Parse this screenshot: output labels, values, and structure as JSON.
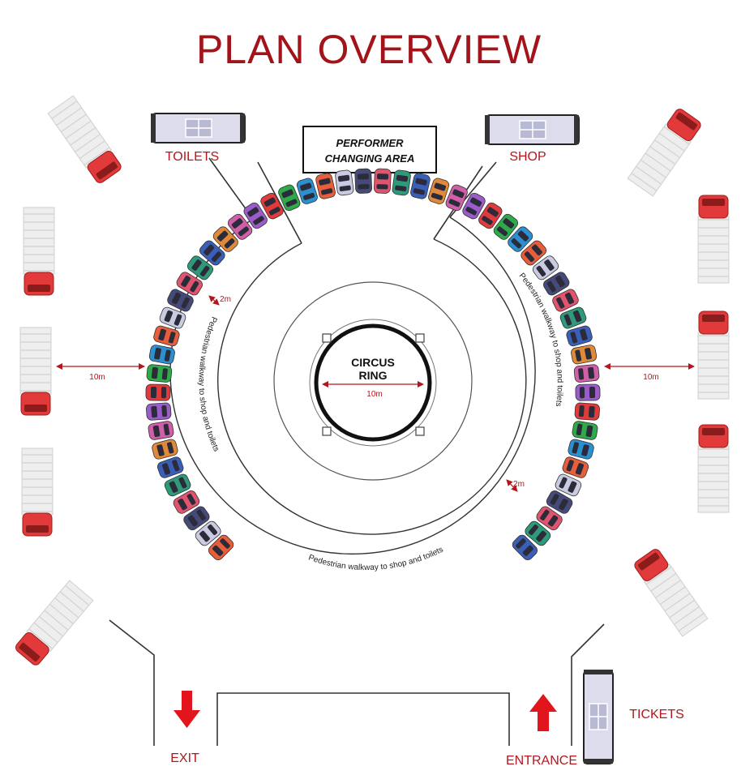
{
  "title": "PLAN OVERVIEW",
  "labels": {
    "toilets": "TOILETS",
    "shop": "SHOP",
    "performer_line1": "PERFORMER",
    "performer_line2": "CHANGING AREA",
    "ring_line1": "CIRCUS",
    "ring_line2": "RING",
    "ring_width": "10m",
    "side_left": "10m",
    "side_right": "10m",
    "gap_upper": "2m",
    "gap_lower": "2m",
    "walkway_left": "Pedestrian walkway to shop and toilets",
    "walkway_right": "Pedestrian walkway to shop and toilets",
    "walkway_bottom": "Pedestrian walkway to shop and toilets",
    "exit": "EXIT",
    "entrance": "ENTRANCE",
    "tickets": "TICKETS"
  },
  "colors": {
    "title": "#a3141a",
    "label": "#b3161c",
    "truck_cab": "#e23a3a",
    "car_palette": [
      "#e85d3a",
      "#3a5fb8",
      "#2faa4a",
      "#e0546e",
      "#9b5cc9",
      "#c9cbe0",
      "#e0893a",
      "#2b8fd0",
      "#2e9a7a",
      "#e23a3a",
      "#464a78",
      "#cf5fa8"
    ]
  },
  "icons": {
    "arrow_exit": "arrow-down-icon",
    "arrow_entrance": "arrow-up-icon"
  }
}
